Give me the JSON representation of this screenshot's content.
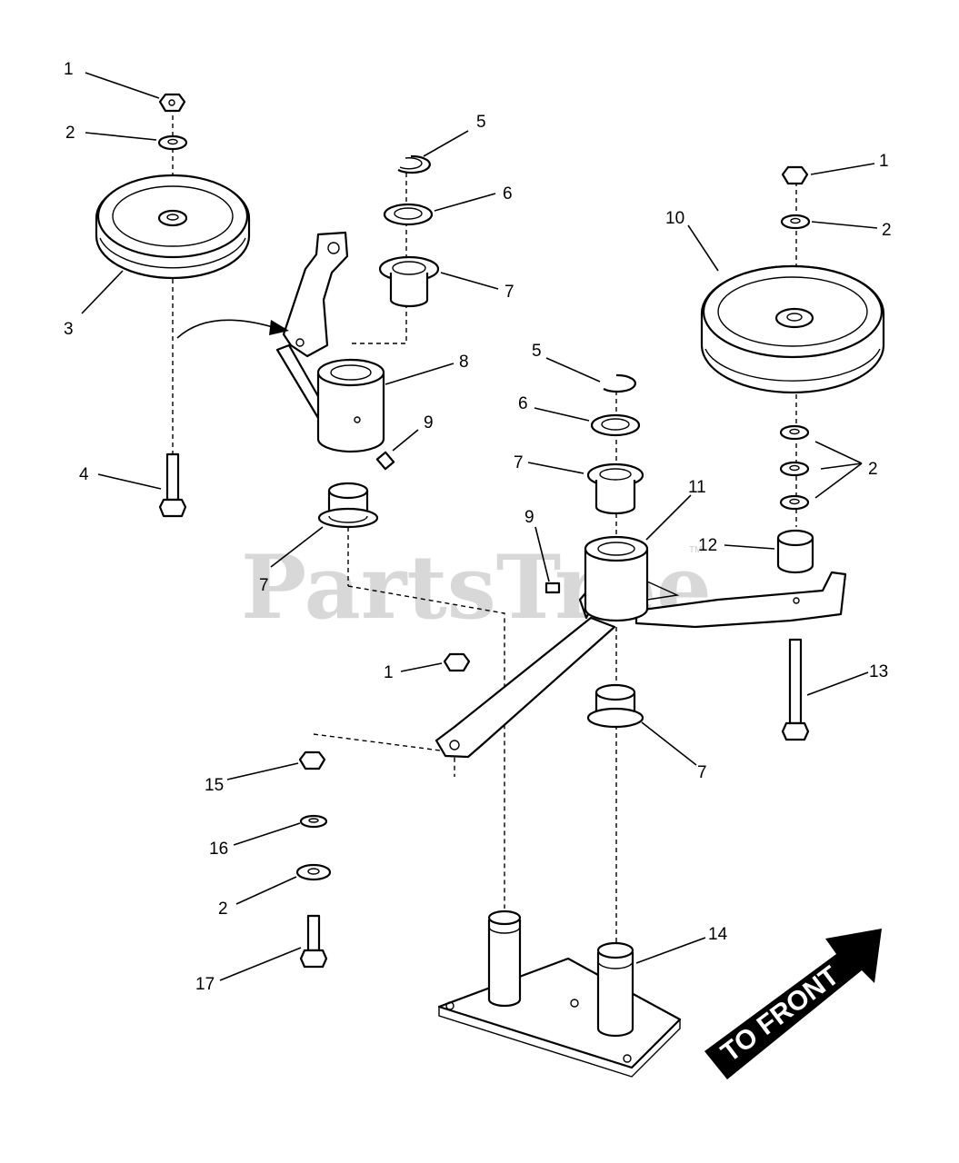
{
  "watermark": {
    "text": "PartsTree",
    "tm": "TM"
  },
  "direction_arrow": {
    "label": "TO FRONT"
  },
  "callouts": [
    {
      "id": "c1a",
      "number": "1",
      "part": "nut"
    },
    {
      "id": "c2a",
      "number": "2",
      "part": "washer"
    },
    {
      "id": "c3",
      "number": "3",
      "part": "idler-pulley"
    },
    {
      "id": "c4",
      "number": "4",
      "part": "bolt"
    },
    {
      "id": "c5a",
      "number": "5",
      "part": "retaining-ring"
    },
    {
      "id": "c6a",
      "number": "6",
      "part": "washer"
    },
    {
      "id": "c7a",
      "number": "7",
      "part": "flange-bushing"
    },
    {
      "id": "c8",
      "number": "8",
      "part": "idler-arm"
    },
    {
      "id": "c9a",
      "number": "9",
      "part": "set-screw"
    },
    {
      "id": "c7b",
      "number": "7",
      "part": "flange-bushing"
    },
    {
      "id": "c1b",
      "number": "1",
      "part": "nut"
    },
    {
      "id": "c2b",
      "number": "2",
      "part": "washer"
    },
    {
      "id": "c10",
      "number": "10",
      "part": "idler-pulley"
    },
    {
      "id": "c5b",
      "number": "5",
      "part": "retaining-ring"
    },
    {
      "id": "c6b",
      "number": "6",
      "part": "washer"
    },
    {
      "id": "c7c",
      "number": "7",
      "part": "flange-bushing"
    },
    {
      "id": "c11",
      "number": "11",
      "part": "idler-arm"
    },
    {
      "id": "c2c",
      "number": "2",
      "part": "washers"
    },
    {
      "id": "c9b",
      "number": "9",
      "part": "set-screw"
    },
    {
      "id": "c12",
      "number": "12",
      "part": "spacer"
    },
    {
      "id": "c1c",
      "number": "1",
      "part": "nut"
    },
    {
      "id": "c13",
      "number": "13",
      "part": "bolt"
    },
    {
      "id": "c7d",
      "number": "7",
      "part": "flange-bushing"
    },
    {
      "id": "c15",
      "number": "15",
      "part": "nut"
    },
    {
      "id": "c16",
      "number": "16",
      "part": "washer"
    },
    {
      "id": "c2d",
      "number": "2",
      "part": "washer"
    },
    {
      "id": "c14",
      "number": "14",
      "part": "mounting-bracket"
    },
    {
      "id": "c17",
      "number": "17",
      "part": "bolt"
    }
  ]
}
